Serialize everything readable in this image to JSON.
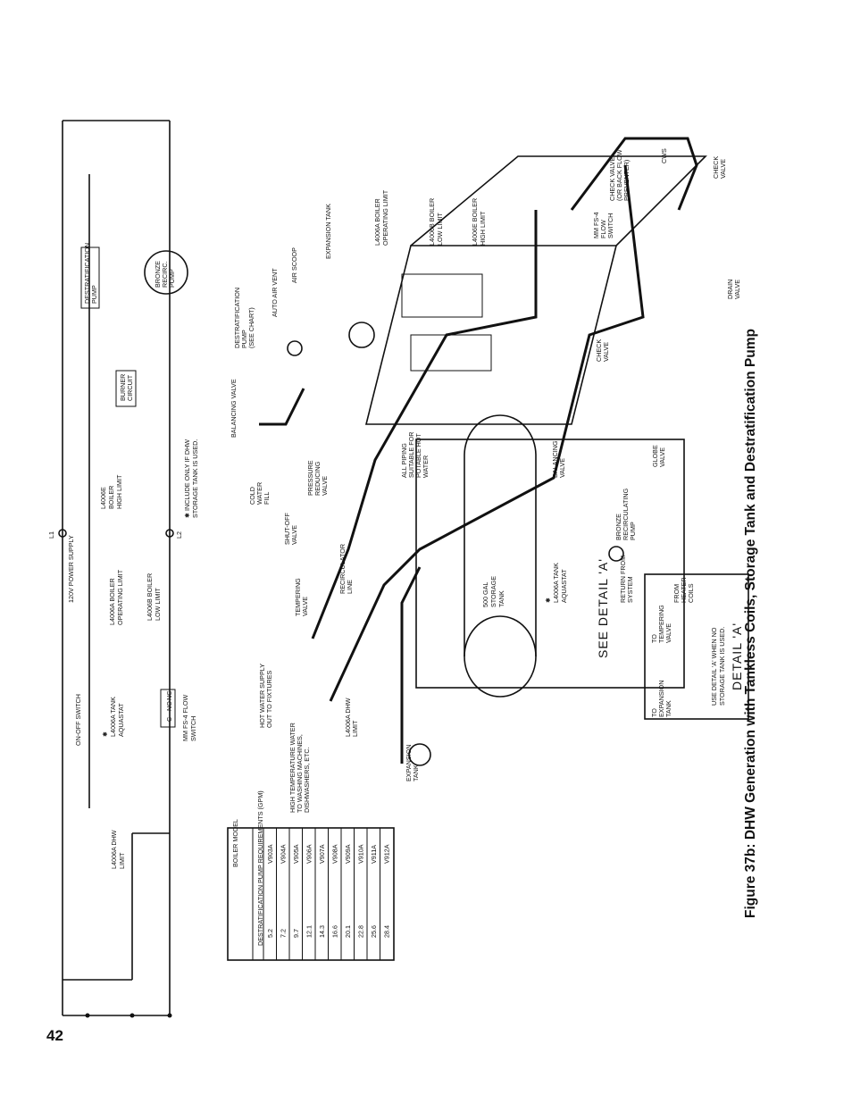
{
  "page": {
    "number": "42"
  },
  "caption": "Figure 37b:  DHW Generation with Tankless Coils, Storage Tank and Destratification Pump",
  "wiring": {
    "power_supply": "120V POWER SUPPLY",
    "l1": "L1",
    "l2": "L2",
    "on_off_switch": "ON-OFF SWITCH",
    "dhw_limit": [
      "L4006A DHW",
      "LIMIT"
    ],
    "tank_aquastat": [
      "✱",
      "L4006A TANK",
      "AQUASTAT"
    ],
    "boiler_operating_limit": [
      "L4006A BOILER",
      "OPERATING LIMIT"
    ],
    "boiler_high_limit": [
      "L4006E",
      "BOILER",
      "HIGH LIMIT"
    ],
    "boiler_low_limit": [
      "L4006B BOILER",
      "LOW LIMIT"
    ],
    "flow_switch_terminals": [
      "C",
      "NO",
      "NC"
    ],
    "flow_switch": [
      "MM FS-4 FLOW",
      "SWITCH"
    ],
    "destratification_pump": [
      "DESTRATIFICATION",
      "PUMP"
    ],
    "burner_circuit": [
      "BURNER",
      "CIRCUIT"
    ],
    "bronze_pump": [
      "BRONZE",
      "RECIRC.",
      "PUMP"
    ],
    "note": [
      "✱  INCLUDE ONLY IF DHW",
      "STORAGE TANK IS USED."
    ]
  },
  "table": {
    "headers": [
      "BOILER MODEL",
      "DESTRATIFICATION PUMP REQUIREMENTS (GPM)"
    ],
    "rows": [
      [
        "V903A",
        "5.2"
      ],
      [
        "V904A",
        "7.2"
      ],
      [
        "V905A",
        "9.7"
      ],
      [
        "V906A",
        "12.1"
      ],
      [
        "V907A",
        "14.3"
      ],
      [
        "V908A",
        "16.6"
      ],
      [
        "V909A",
        "20.1"
      ],
      [
        "V910A",
        "22.8"
      ],
      [
        "V911A",
        "25.6"
      ],
      [
        "V912A",
        "28.4"
      ]
    ]
  },
  "piping": {
    "destratification_pump": [
      "DESTRATIFICATION",
      "PUMP",
      "(SEE CHART)"
    ],
    "auto_air_vent": "AUTO AIR VENT",
    "air_scoop": "AIR SCOOP",
    "expansion_tank_top": "EXPANSION TANK",
    "operating_limit": [
      "L4006A BOILER",
      "OPERATING LIMIT"
    ],
    "low_limit": [
      "L4006B BOILER",
      "LOW LIMIT"
    ],
    "high_limit": [
      "L4006E BOILER",
      "HIGH LIMIT"
    ],
    "flow_switch": [
      "MM FS-4",
      "FLOW",
      "SWITCH"
    ],
    "check_valve_top": [
      "CHECK VALVE",
      "(OR BACK FLOW",
      "PREVENTER)"
    ],
    "cws": "CWS",
    "check_valve_right": [
      "CHECK",
      "VALVE"
    ],
    "drain_valve": [
      "DRAIN",
      "VALVE"
    ],
    "check_valve_mid": [
      "CHECK",
      "VALVE"
    ],
    "balancing_valve_left": "BALANCING VALVE",
    "cold_water_fill": [
      "COLD",
      "WATER",
      "FILL"
    ],
    "pressure_reducing": [
      "PRESSURE",
      "REDUCING",
      "VALVE"
    ],
    "shut_off": [
      "SHUT-OFF",
      "VALVE"
    ],
    "all_piping": [
      "ALL PIPING",
      "SUITABLE FOR",
      "POTABLE HOT",
      "WATER"
    ],
    "balancing_valve_right": [
      "BALANCING",
      "VALVE"
    ],
    "globe_valve": [
      "GLOBE",
      "VALVE"
    ],
    "bronze_pump": [
      "BRONZE",
      "RECIRCULATING",
      "PUMP"
    ],
    "recirculator_line": [
      "RECIRCULATOR",
      "LINE"
    ],
    "tempering_valve": [
      "TEMPERING",
      "VALVE"
    ],
    "return_from_system": [
      "RETURN FROM",
      "SYSTEM"
    ],
    "hot_water_supply": [
      "HOT WATER SUPPLY",
      "OUT TO FIXTURES"
    ],
    "high_temp_water": [
      "HIGH TEMPERATURE WATER",
      "TO WASHING MACHINES,",
      "DISHWASHERS, ETC."
    ],
    "dhw_limit": [
      "L4006A DHW",
      "LIMIT"
    ],
    "expansion_tank_bottom": [
      "EXPANSION",
      "TANK"
    ],
    "storage_tank": [
      "500 GAL",
      "STORAGE",
      "TANK"
    ],
    "tank_aquastat": [
      "✱",
      "L4006A TANK",
      "AQUASTAT"
    ],
    "see_detail": "SEE DETAIL 'A'",
    "detail": {
      "title": "DETAIL 'A'",
      "from_heater": [
        "FROM",
        "HEATER",
        "COILS"
      ],
      "to_tempering": [
        "TO",
        "TEMPERING",
        "VALVE"
      ],
      "to_expansion": [
        "TO",
        "EXPANSION",
        "TANK"
      ],
      "note": [
        "USE DETAIL 'A' WHEN NO",
        "STORAGE TANK IS USED."
      ]
    }
  }
}
